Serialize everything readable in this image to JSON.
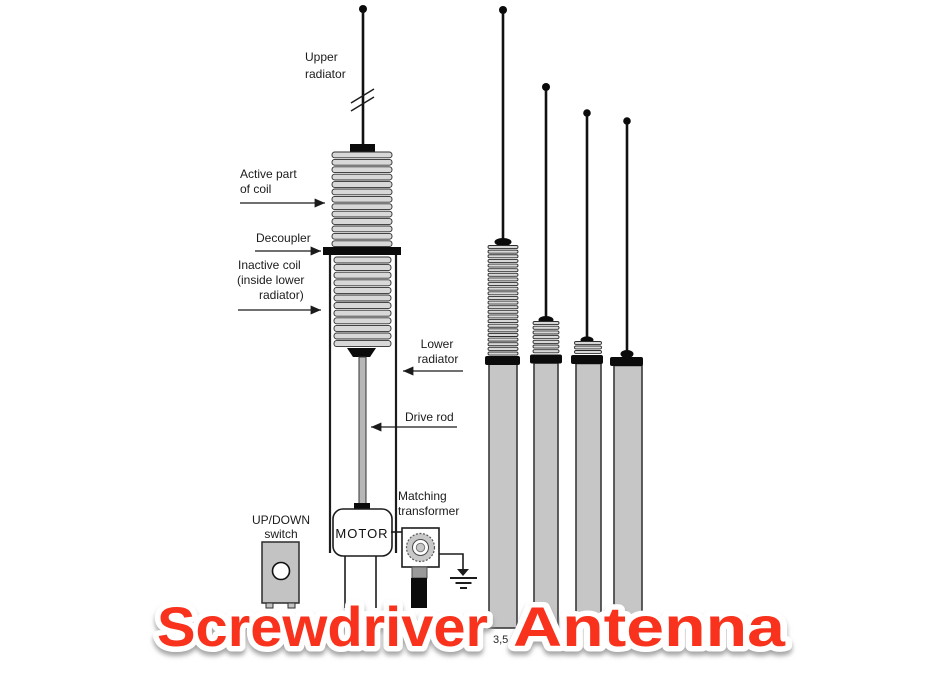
{
  "title": {
    "words": [
      "Screwdriver",
      "Antenna"
    ],
    "color": "#f8331c"
  },
  "schematic": {
    "labels": {
      "upper_radiator": [
        "Upper",
        "radiator"
      ],
      "active_coil": [
        "Active part",
        "of coil"
      ],
      "decoupler": "Decoupler",
      "inactive_coil": [
        "Inactive coil",
        "(inside lower",
        "radiator)"
      ],
      "lower_radiator": [
        "Lower",
        "radiator"
      ],
      "drive_rod": "Drive rod",
      "motor": "MOTOR",
      "updown_switch": [
        "UP/DOWN",
        "switch"
      ],
      "matching_transformer": [
        "Matching",
        "transformer"
      ]
    }
  },
  "comparison": {
    "frequency_label": "3,5"
  }
}
